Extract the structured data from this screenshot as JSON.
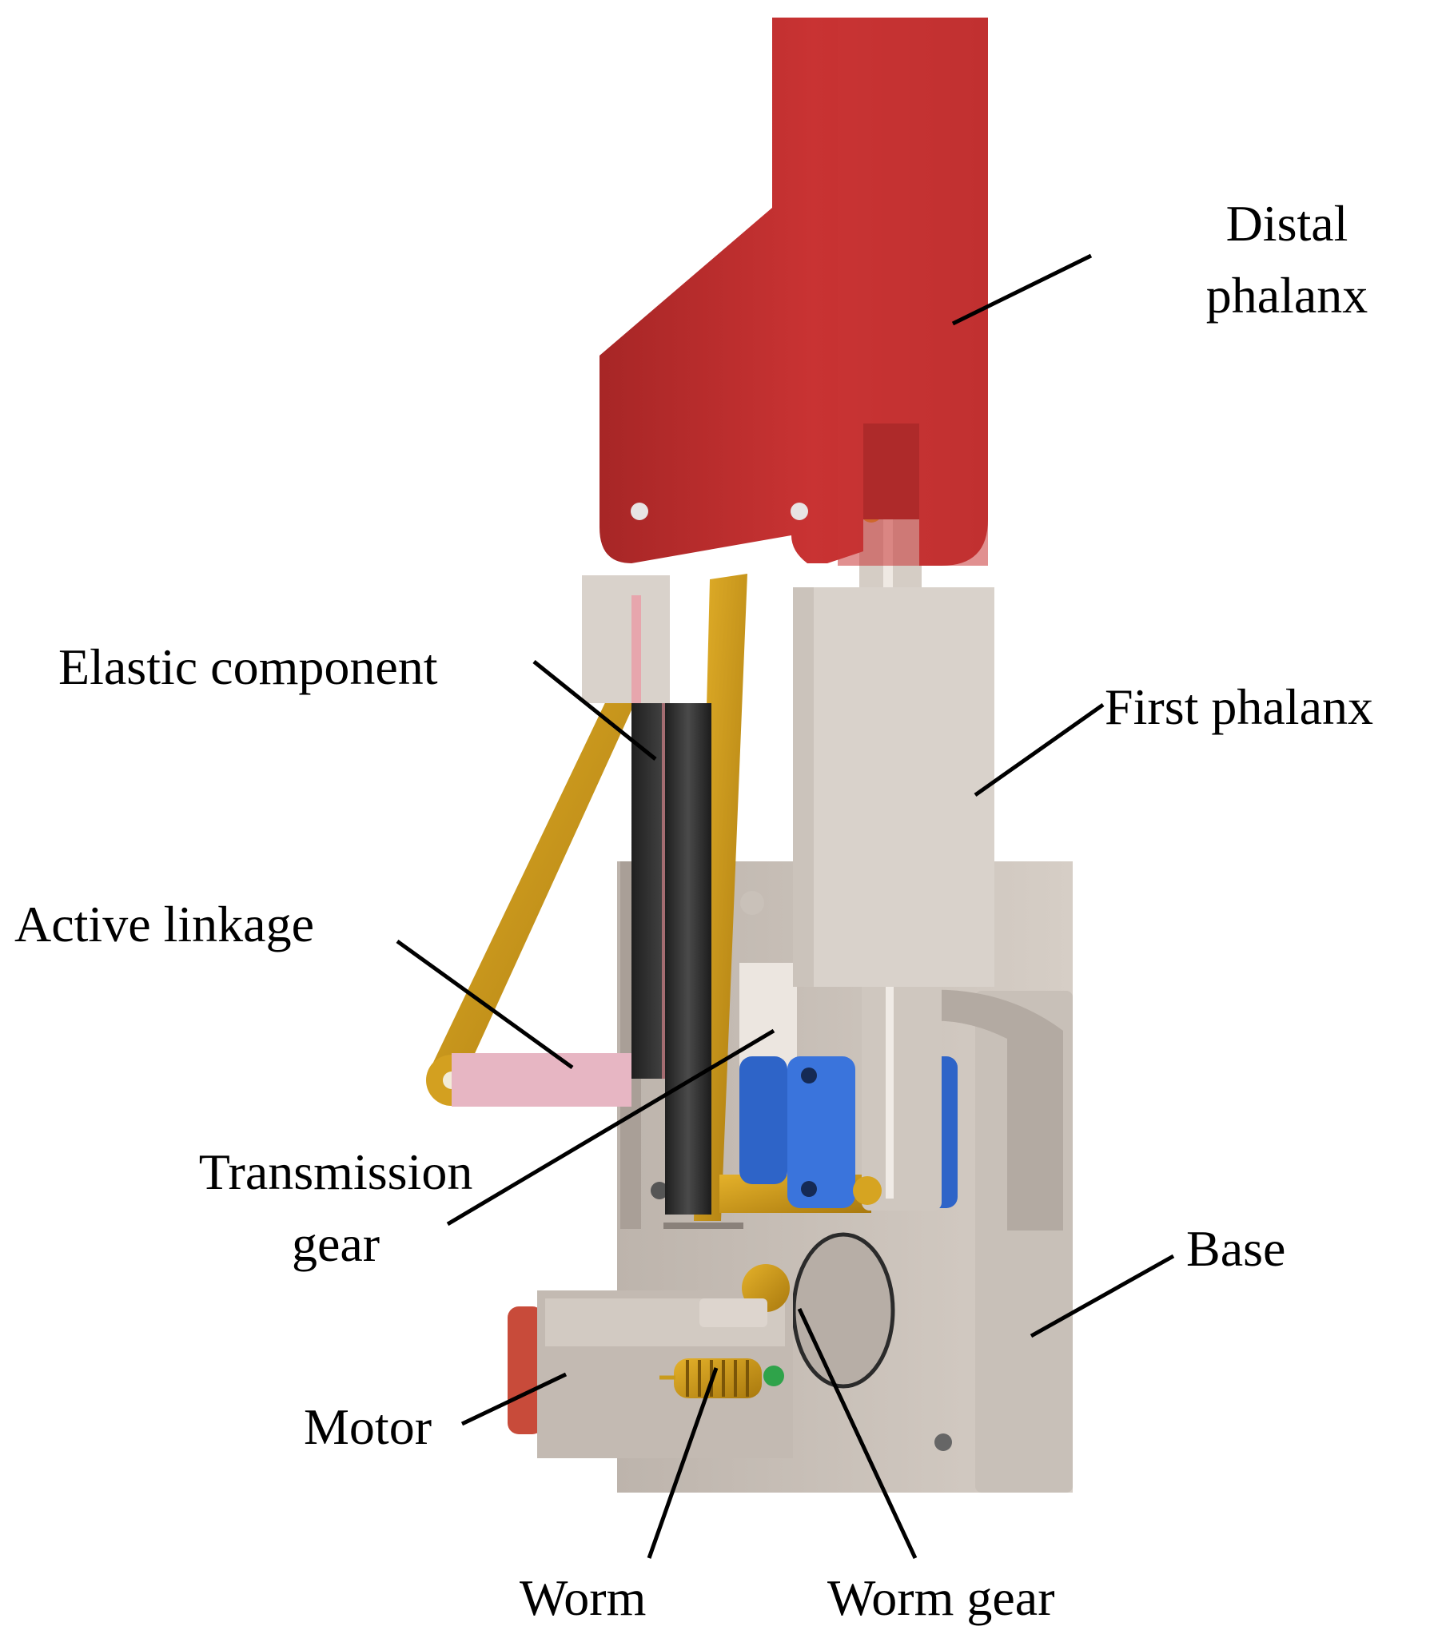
{
  "labels": {
    "distal_phalanx": [
      "Distal",
      "phalanx"
    ],
    "elastic_component": "Elastic component",
    "first_phalanx": "First phalanx",
    "active_linkage": "Active linkage",
    "transmission_gear": [
      "Transmission",
      "gear"
    ],
    "base": "Base",
    "motor": "Motor",
    "worm": "Worm",
    "worm_gear": "Worm gear"
  },
  "colors": {
    "distal_phalanx": "#c62f2f",
    "first_phalanx": "#d9d2cb",
    "base": "#cdc4bc",
    "active_linkage": "#d8a21e",
    "elastic_component": "#2d2d2d",
    "transmission_gear_block": "#2e64c8",
    "link_pink": "#e7b6c3",
    "motor_cap": "#c84b3a",
    "leader_line": "#000000"
  }
}
